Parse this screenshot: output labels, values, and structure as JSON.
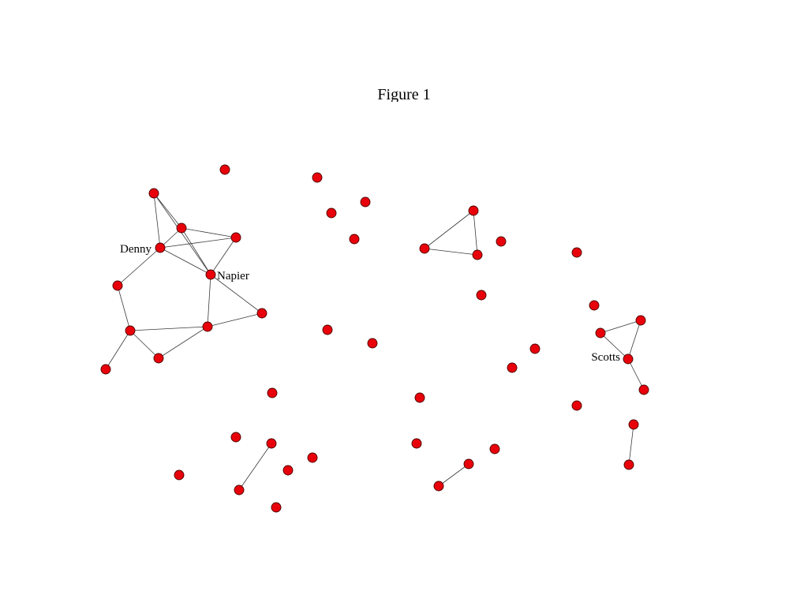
{
  "figure": {
    "title": "Figure 1"
  },
  "graph": {
    "node_color": "#e8000b",
    "node_outline_color": "#4a0000",
    "edge_color": "#3a3a3a",
    "labels": {
      "denny": "Denny",
      "napier": "Napier",
      "scotts": "Scotts"
    },
    "node_count": 51,
    "edge_count": 25
  }
}
